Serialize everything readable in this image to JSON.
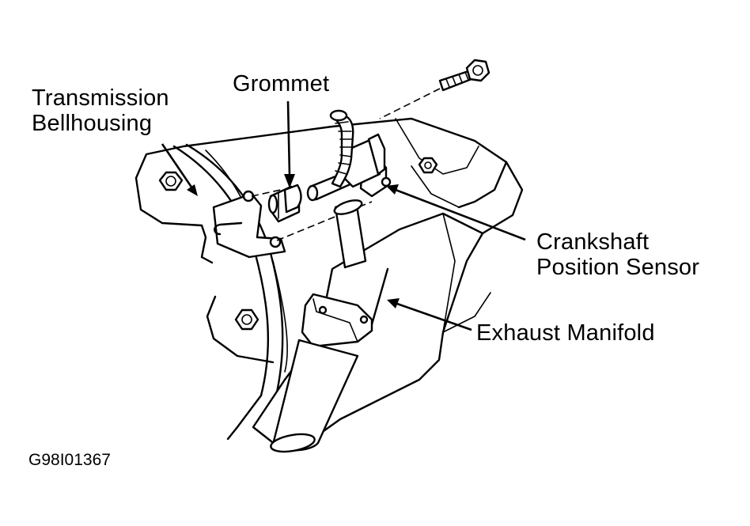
{
  "figure_id": "G98I01367",
  "labels": {
    "transmission_bellhousing": [
      "Transmission",
      "Bellhousing"
    ],
    "grommet": "Grommet",
    "crankshaft_position_sensor": [
      "Crankshaft",
      "Position Sensor"
    ],
    "exhaust_manifold": "Exhaust Manifold"
  }
}
